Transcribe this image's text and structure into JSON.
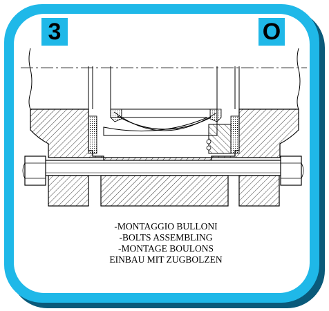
{
  "colors": {
    "frame": "#1fb8e8",
    "badge": "#1fb8e8",
    "line": "#000000",
    "background": "#ffffff"
  },
  "badges": {
    "step_number": "3",
    "code_letter": "O"
  },
  "caption": {
    "lines": [
      "-MONTAGGIO BULLONI",
      "-BOLTS ASSEMBLING",
      "-MONTAGE BOULONS",
      "EINBAU MIT ZUGBOLZEN"
    ]
  }
}
